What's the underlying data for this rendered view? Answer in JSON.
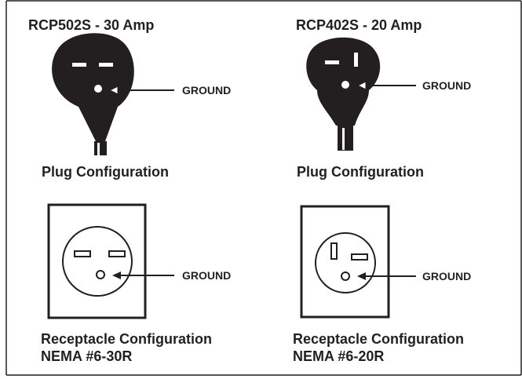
{
  "left": {
    "title": "RCP502S - 30 Amp",
    "plug_caption": "Plug Configuration",
    "plug_ground": "GROUND",
    "receptacle_ground": "GROUND",
    "receptacle_caption": "Receptacle Configuration",
    "nema": "NEMA #6-30R"
  },
  "right": {
    "title": "RCP402S - 20 Amp",
    "plug_caption": "Plug Configuration",
    "plug_ground": "GROUND",
    "receptacle_ground": "GROUND",
    "receptacle_caption": "Receptacle Configuration",
    "nema": "NEMA #6-20R"
  },
  "colors": {
    "ink": "#231f20",
    "paper": "#ffffff"
  }
}
